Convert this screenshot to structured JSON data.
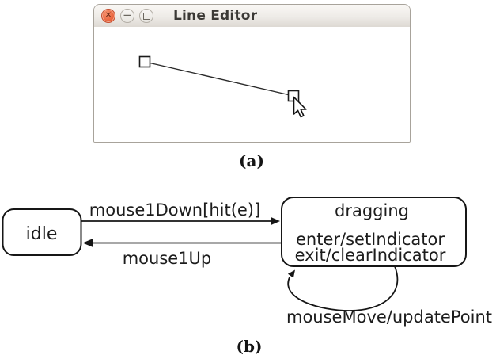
{
  "window": {
    "title": "Line Editor",
    "controls": {
      "close_glyph": "✕",
      "minimize_glyph": "—"
    }
  },
  "diagram": {
    "states": [
      {
        "name": "idle"
      },
      {
        "name": "dragging",
        "actions": [
          "enter/setIndicator",
          "exit/clearIndicator"
        ]
      }
    ],
    "transitions": [
      {
        "from": "idle",
        "to": "dragging",
        "label": "mouse1Down[hit(e)]"
      },
      {
        "from": "dragging",
        "to": "idle",
        "label": "mouse1Up"
      },
      {
        "from": "dragging",
        "to": "dragging",
        "label": "mouseMove/updatePoint"
      }
    ]
  },
  "captions": {
    "a": "(a)",
    "b": "(b)"
  },
  "colors": {
    "close_button": "#e85f38",
    "titlebar_top": "#f9f7f4",
    "titlebar_bottom": "#ddd9d3",
    "stroke": "#1a1a1a"
  }
}
